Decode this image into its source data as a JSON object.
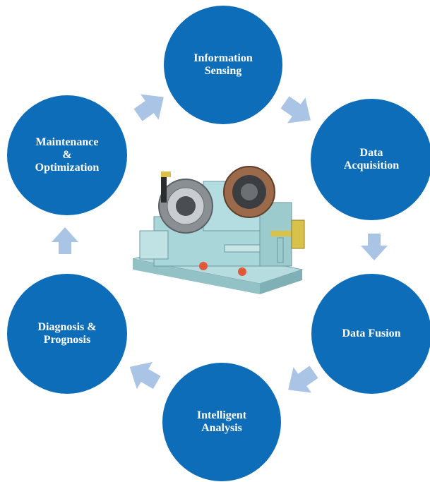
{
  "diagram": {
    "colors": {
      "node_fill": "#0d6db8",
      "node_text": "#ffffff",
      "arrow_fill": "#a9c4e4",
      "machine_body": "#a9d6d8"
    },
    "nodes": {
      "information_sensing": {
        "line1": "Information",
        "line2": "Sensing"
      },
      "data_acquisition": {
        "line1": "Data",
        "line2": "Acquisition"
      },
      "data_fusion": {
        "line1": "Data Fusion"
      },
      "intelligent_analysis": {
        "line1": "Intelligent",
        "line2": "Analysis"
      },
      "diagnosis_prognosis": {
        "line1": "Diagnosis &",
        "line2": "Prognosis"
      },
      "maintenance_optimization": {
        "line1": "Maintenance",
        "line2": "&",
        "line3": "Optimization"
      }
    },
    "center_image": {
      "icon": "turbo-compressor-machine-icon"
    }
  }
}
